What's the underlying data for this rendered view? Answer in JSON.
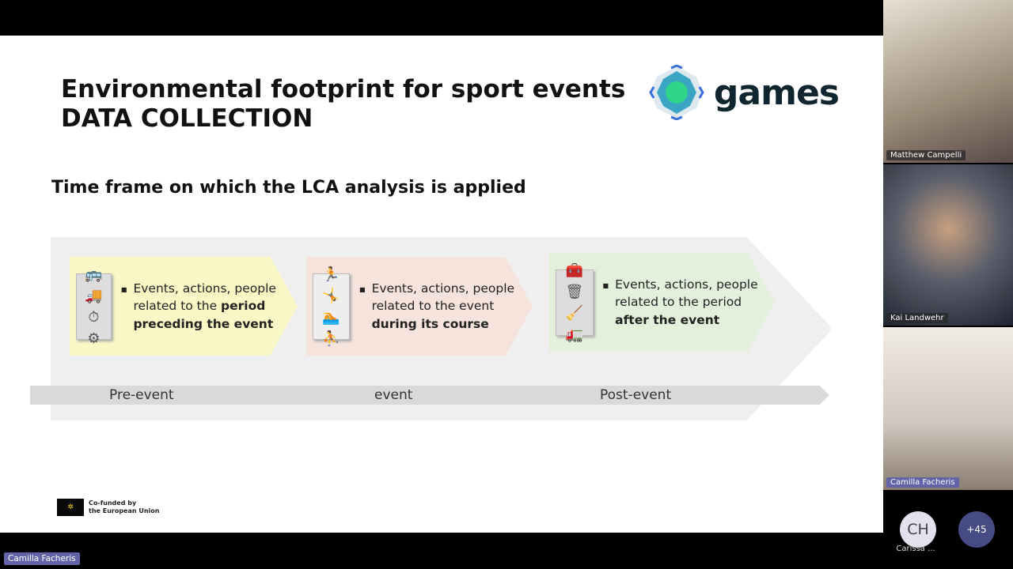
{
  "slide": {
    "title_line1": "Environmental footprint for sport events",
    "title_line2": "DATA COLLECTION",
    "logo_text": "games",
    "subtitle": "Time frame on which the LCA analysis is applied",
    "phases": [
      {
        "pre": "Events, actions, people related to the ",
        "bold": "period preceding the event",
        "post": ""
      },
      {
        "pre": "Events, actions, people related to the event ",
        "bold": "during its course",
        "post": ""
      },
      {
        "pre": "Events, actions, people related to the period ",
        "bold": "after the event",
        "post": ""
      }
    ],
    "timeline": [
      "Pre-event",
      "event",
      "Post-event"
    ],
    "eu_line1": "Co-funded by",
    "eu_line2": "the European Union"
  },
  "participants": [
    {
      "name": "Matthew Campelli"
    },
    {
      "name": "Kai Landwehr"
    },
    {
      "name": "Camilla Facheris"
    }
  ],
  "overflow": {
    "initials": "CH",
    "name": "Carissa ...",
    "more": "+45"
  },
  "active_speaker": "Camilla Facheris"
}
